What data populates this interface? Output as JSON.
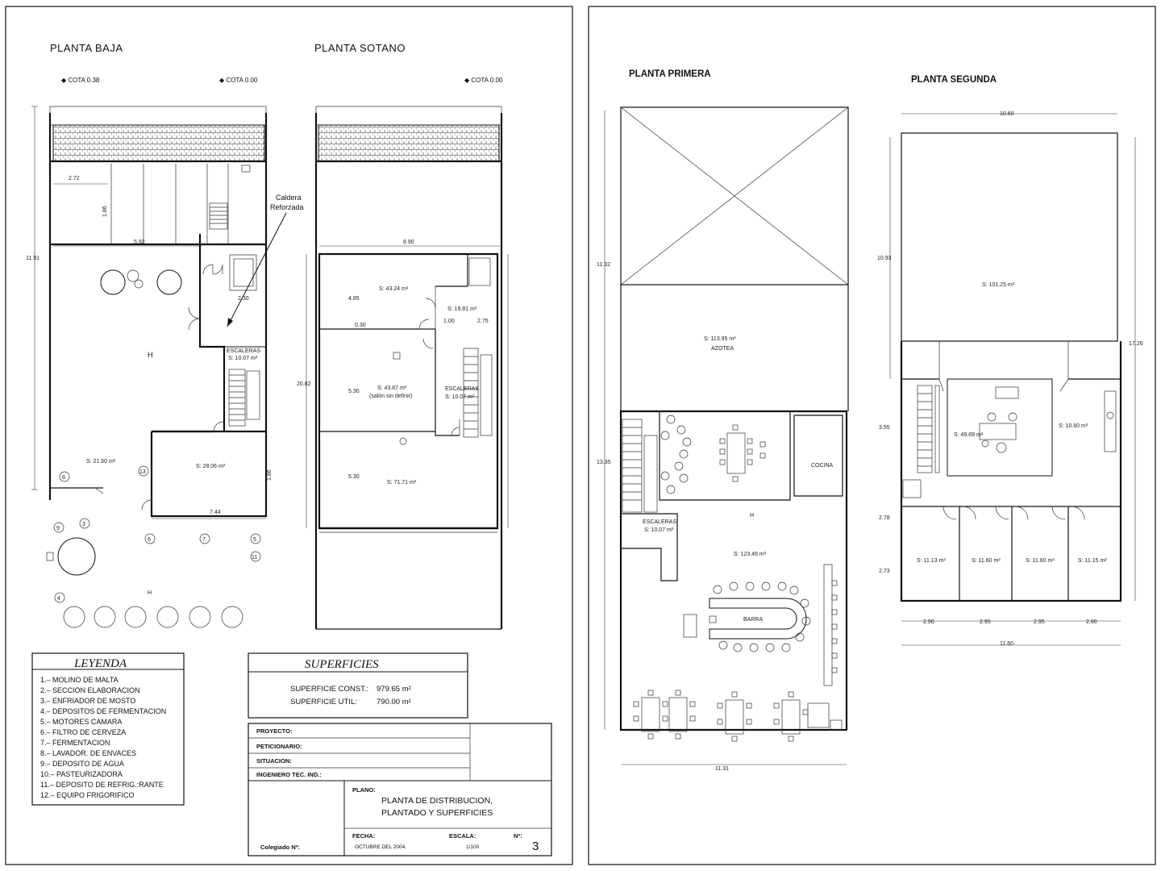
{
  "sheet_left": {
    "planta_baja": {
      "title": "PLANTA BAJA",
      "cota_left": "◆ COTA 0.38",
      "cota_right": "◆ COTA 0.00",
      "dim_height": "11.91",
      "dim_272": "2.72",
      "dim_592": "5.92",
      "dim_186": "1.86",
      "dim_230": "2.30",
      "dim_744": "7.44",
      "dim_186b": "1.86",
      "caldera_1": "Caldera",
      "caldera_2": "Reforzada",
      "h_label_1": "H",
      "h_label_2": "H",
      "escaleras": "ESCALERAS",
      "escaleras_s": "S: 10.07 m²",
      "s_main": "S: 21.60 m²",
      "s_room": "S: 28.06 m²",
      "markers": [
        "8",
        "13",
        "9",
        "3",
        "4",
        "6",
        "7",
        "5",
        "11"
      ]
    },
    "planta_sotano": {
      "title": "PLANTA SOTANO",
      "cota": "◆ COTA 0.00",
      "dim_width": "8.90",
      "dim_height": "20.82",
      "dim_485": "4.85",
      "dim_530a": "5.30",
      "dim_530b": "5.30",
      "dim_30": "0.30",
      "dim_100": "1.00",
      "dim_275": "2.75",
      "s1": "S: 43.24 m²",
      "s2": "S: 19.81 m²",
      "s3": "S: 43.87 m²",
      "s3_note": "(salón sin definir)",
      "escaleras": "ESCALERAS",
      "escaleras_s": "S: 10.07 m²",
      "s4": "S: 71.71 m²"
    },
    "legend": {
      "title": "LEYENDA",
      "items": [
        "1.– MOLINO DE MALTA",
        "2.– SECCION ELABORACION",
        "3.– ENFRIADOR DE MOSTO",
        "4.– DEPOSITOS DE FERMENTACION",
        "5.– MOTORES CAMARA",
        "6.– FILTRO DE CERVEZA",
        "7.– FERMENTACION",
        "8.– LAVADOR. DE ENVACES",
        "9.– DEPOSITO DE AGUA",
        "10.– PASTEURIZADORA",
        "11.– DEPOSITO DE REFRIG.:RANTE",
        "12.– EQUIPO FRIGORIFICO"
      ]
    },
    "superficies": {
      "title": "SUPERFICIES",
      "const_label": "SUPERFICIE CONST.:",
      "const_value": "979.65 m²",
      "util_label": "SUPERFICIE UTIL:",
      "util_value": "790.00 m²"
    },
    "title_block": {
      "proyecto": "PROYECTO:",
      "peticionario": "PETICIONARIO:",
      "situacion": "SITUACION:",
      "ingeniero": "INGENIERO TEC. IND.:",
      "plano_label": "PLANO:",
      "plano_1": "PLANTA DE DISTRIBUCION,",
      "plano_2": "PLANTADO Y SUPERFICIES",
      "colegiado": "Colegiado Nº:",
      "fecha_label": "FECHA:",
      "fecha_value": "OCTUBRE DEL 2004.",
      "escala_label": "ESCALA:",
      "escala_value": "1/100",
      "num_label": "Nº:",
      "num_value": "3"
    }
  },
  "sheet_right": {
    "planta_primera": {
      "title": "PLANTA PRIMERA",
      "dim_1132": "11.32",
      "dim_1335": "13.35",
      "dim_width": "11.31",
      "s_azotea": "S: 113.95 m²",
      "azotea": "AZOTEA",
      "cocina": "COCINA",
      "h_label": "H",
      "s_main": "S: 123.46 m²",
      "escaleras": "ESCALERAS",
      "escaleras_s": "S: 10.07 m²",
      "barra": "BARRA"
    },
    "planta_segunda": {
      "title": "PLANTA SEGUNDA",
      "dim_top": "10.60",
      "dim_1093": "10.93",
      "dim_1726": "17.26",
      "dim_355": "3.55",
      "dim_278": "2.78",
      "dim_273": "2.73",
      "s_big": "S: 101.25 m²",
      "s_office": "S: 49.69 m²",
      "s_side": "S: 10.60 m²",
      "rooms": [
        "S: 11.13 m²",
        "S: 11.60 m²",
        "S: 11.60 m²",
        "S: 11.15 m²"
      ],
      "dims_bottom": [
        "2.90",
        "2.95",
        "2.95",
        "2.80"
      ],
      "dim_total": "11.60"
    }
  }
}
